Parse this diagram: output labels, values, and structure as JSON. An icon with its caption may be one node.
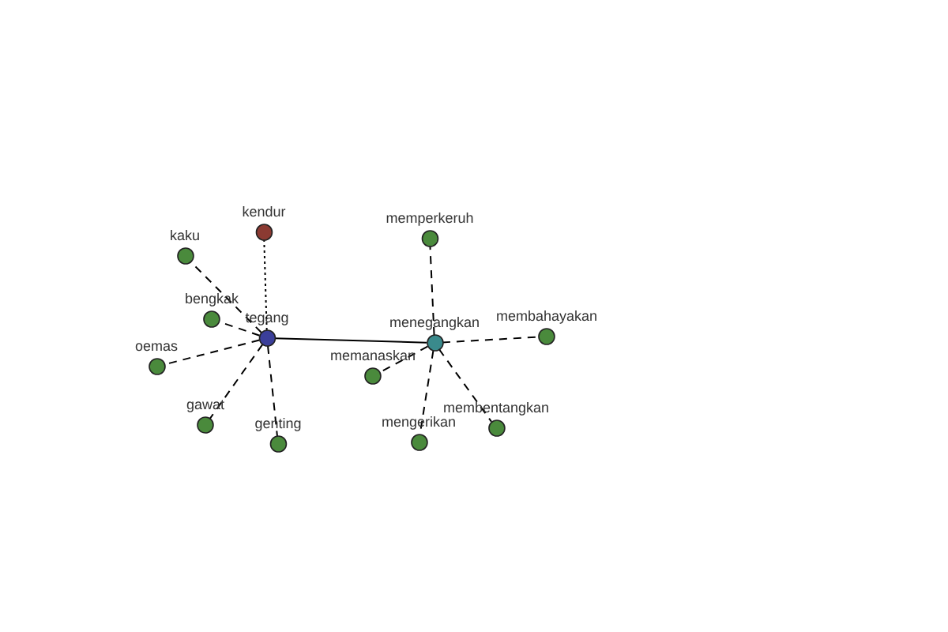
{
  "diagram": {
    "nodes": [
      {
        "text": [
          "kendur"
        ]
      },
      {
        "text": [
          "memperkeruh"
        ]
      },
      {
        "text": [
          "kaku"
        ]
      },
      {
        "text": [
          "bengkak"
        ]
      },
      {
        "text": [
          "tegang"
        ]
      },
      {
        "text": [
          "menegangkan"
        ]
      },
      {
        "text": [
          "membahayakan"
        ]
      },
      {
        "text": [
          "oemas"
        ]
      },
      {
        "text": [
          "memanaskan"
        ]
      },
      {
        "text": [
          "gawat"
        ]
      },
      {
        "text": [
          "membentangkan"
        ]
      },
      {
        "text": [
          "genting"
        ]
      },
      {
        "text": [
          "mengerikan"
        ]
      }
    ],
    "edges": [
      {
        "from": 4,
        "to": 5,
        "arrow": "none"
      },
      {
        "from": 4,
        "to": 0,
        "arrow": "none",
        "style": "dashed"
      },
      {
        "from": 4,
        "to": 2,
        "arrow": "none",
        "style": "dashed"
      },
      {
        "from": 4,
        "to": 3,
        "arrow": "none",
        "style": "dashed"
      },
      {
        "from": 4,
        "to": 7,
        "arrow": "none",
        "style": "dashed"
      },
      {
        "from": 4,
        "to": 9,
        "arrow": "none",
        "style": "dashed"
      },
      {
        "from": 4,
        "to": 11,
        "arrow": "none",
        "style": "dashed"
      },
      {
        "from": 5,
        "to": 1,
        "arrow": "none",
        "style": "dashed"
      },
      {
        "from": 5,
        "to": 6,
        "arrow": "none",
        "style": "dashed"
      },
      {
        "from": 5,
        "to": 8,
        "arrow": "none",
        "style": "dashed"
      },
      {
        "from": 5,
        "to": 10,
        "arrow": "none",
        "style": "dashed"
      },
      {
        "from": 5,
        "to": 12,
        "arrow": "none",
        "style": "dashed"
      }
    ]
  }
}
